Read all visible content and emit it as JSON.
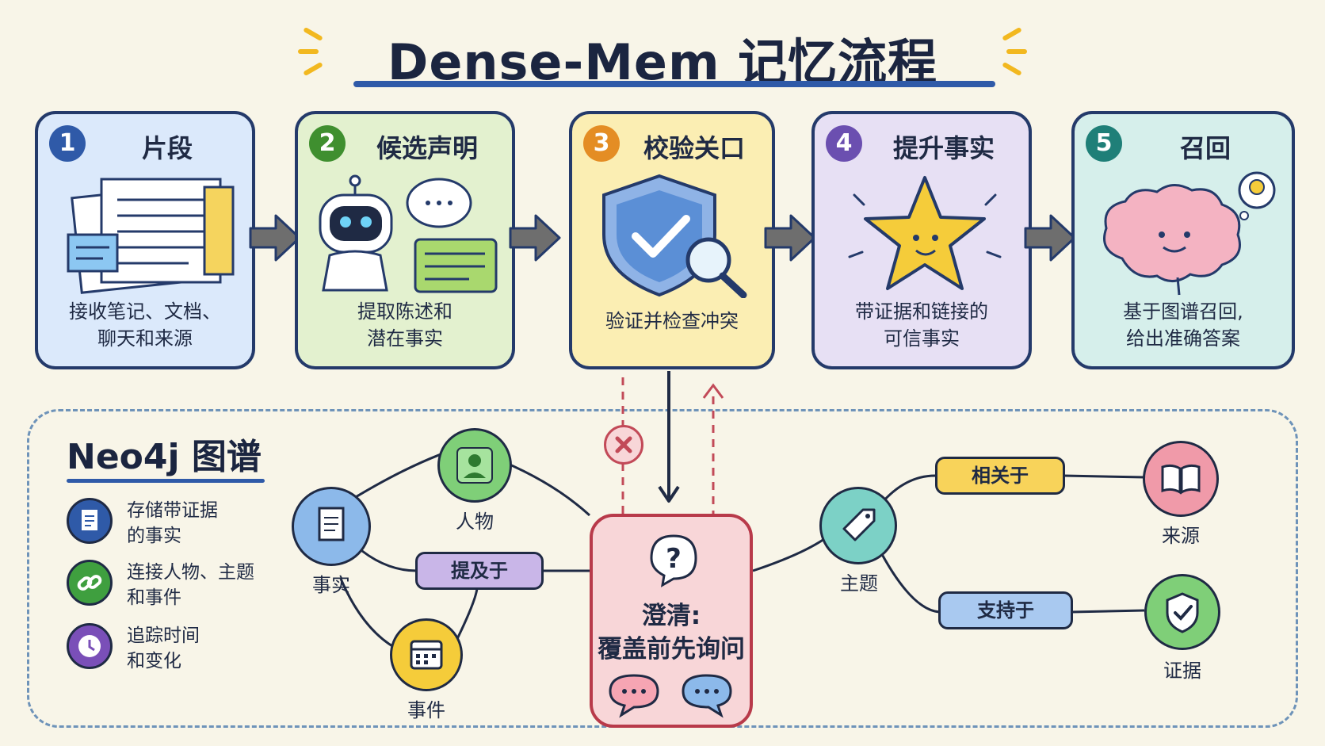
{
  "title": "Dense-Mem 记忆流程",
  "colors": {
    "background": "#f8f5e8",
    "accent": "#2f5aa8",
    "outline": "#243a6a",
    "spark": "#f2b81f"
  },
  "steps": [
    {
      "number": "1",
      "title": "片段",
      "description": "接收笔记、文档、\n聊天和来源",
      "color": "#dbe9fb",
      "badge": "#2f5aa8",
      "icon": "documents-icon"
    },
    {
      "number": "2",
      "title": "候选声明",
      "description": "提取陈述和\n潜在事实",
      "color": "#e3f1cf",
      "badge": "#3f8f2f",
      "icon": "robot-icon"
    },
    {
      "number": "3",
      "title": "校验关口",
      "description": "验证并检查冲突",
      "color": "#fbeeb3",
      "badge": "#e48d24",
      "icon": "shield-check-icon"
    },
    {
      "number": "4",
      "title": "提升事实",
      "description": "带证据和链接的\n可信事实",
      "color": "#e7e0f4",
      "badge": "#6b4fb0",
      "icon": "star-icon"
    },
    {
      "number": "5",
      "title": "召回",
      "description": "基于图谱召回,\n给出准确答案",
      "color": "#d6efeb",
      "badge": "#1f7f78",
      "icon": "brain-icon"
    }
  ],
  "graph": {
    "title": "Neo4j 图谱",
    "legend": [
      {
        "text": "存储带证据\n的事实",
        "icon": "document-icon",
        "color": "#2f5aa8"
      },
      {
        "text": "连接人物、主题\n和事件",
        "icon": "link-icon",
        "color": "#3f9f3f"
      },
      {
        "text": "追踪时间\n和变化",
        "icon": "clock-icon",
        "color": "#7a4fb8"
      }
    ],
    "nodes": {
      "fact": "事实",
      "person": "人物",
      "event": "事件",
      "topic": "主题",
      "source": "来源",
      "evidence": "证据"
    },
    "edges": {
      "mentions": "提及于",
      "related": "相关于",
      "supports": "支持于"
    },
    "clarify": "澄清:\n覆盖前先询问"
  }
}
